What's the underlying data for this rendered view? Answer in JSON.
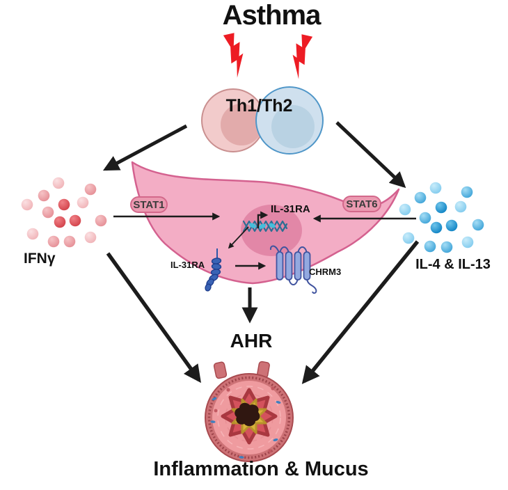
{
  "labels": {
    "title": "Asthma",
    "th_cells": "Th1/Th2",
    "ifn": "IFNγ",
    "il413": "IL-4 & IL-13",
    "stat1": "STAT1",
    "stat6": "STAT6",
    "il31ra_gene": "IL-31RA",
    "il31ra_receptor": "IL-31RA",
    "chrm3": "CHRM3",
    "ahr": "AHR",
    "outcome": "Inflammation & Mucus"
  },
  "colors": {
    "lightning": "#ed1c24",
    "arrow": "#1c1c1c",
    "th1_cell_fill": "#f2cbcb",
    "th1_cell_border": "#c98f8f",
    "th1_nucleus": "#e2abab",
    "th2_cell_fill": "#cfe0ee",
    "th2_cell_border": "#4f96c8",
    "th2_nucleus": "#b9d2e3",
    "ifn_dot_shades": [
      "#f5c0c3",
      "#ea9aa1",
      "#d6494f"
    ],
    "il_dot_shades": [
      "#8ed1f0",
      "#4babdd",
      "#1687c6"
    ],
    "muscle_cell_fill": "#f3adc5",
    "muscle_cell_border": "#d4618f",
    "nucleus_fill": "#e287a7",
    "stat_badge_fill": "#eb9ab1",
    "stat_badge_border": "#d3688b",
    "dna_strand": "#2a6e93",
    "dna_highlight": "#45bedb",
    "receptor_blue": "#3a63b5",
    "chrm3_fill": "#93a9e0",
    "chrm3_border": "#41549f",
    "airway_wall": "#cd7276",
    "airway_wall_border": "#a84a4f",
    "airway_inner": "#ef9b9f",
    "epithelium": "#d4525c",
    "epithelium_border": "#a93840",
    "mucus": "#d9b23c",
    "mucus_border": "#b8922a",
    "lumen": "#301711"
  }
}
